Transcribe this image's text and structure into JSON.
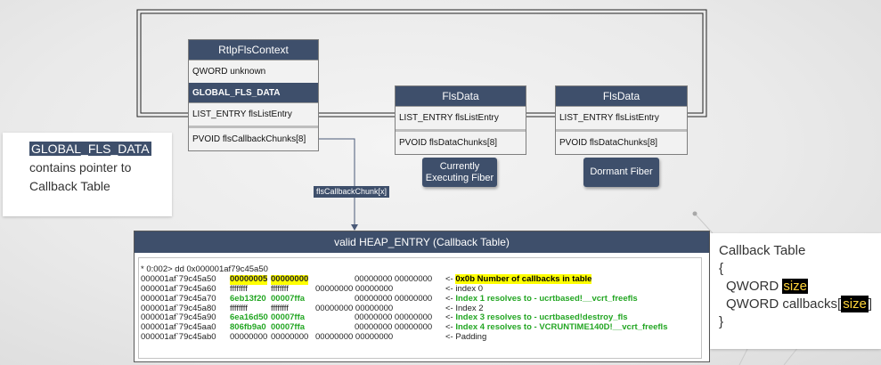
{
  "structs": {
    "rtl_fls_context": {
      "title": "RtlpFlsContext",
      "rows": [
        "QWORD unknown",
        "GLOBAL_FLS_DATA",
        "LIST_ENTRY  flsListEntry",
        "PVOID flsCallbackChunks[8]"
      ]
    },
    "fls_data_current": {
      "title": "FlsData",
      "rows": [
        "LIST_ENTRY  flsListEntry",
        "PVOID  flsDataChunks[8]"
      ]
    },
    "fls_data_dormant": {
      "title": "FlsData",
      "rows": [
        "LIST_ENTRY  flsListEntry",
        "PVOID flsDataChunks[8]"
      ]
    }
  },
  "labels": {
    "current_fiber": "Currently Executing Fiber",
    "dormant_fiber": "Dormant Fiber",
    "edge_label": "flsCallbackChunk[x]"
  },
  "left_note": {
    "highlight": "GLOBAL_FLS_DATA",
    "line2": "contains pointer to",
    "line3": "Callback Table"
  },
  "heap_panel": {
    "title": "valid HEAP_ENTRY (Callback Table)",
    "command": "* 0:002> dd 0x000001af79c45a50",
    "lines": [
      {
        "addr": "000001af`79c45a50",
        "v1": "00000005",
        "v2": "00000000",
        "v3": "00000000  00000000",
        "comment_prefix": "<- ",
        "comment": "0x0b     Number of callbacks in table"
      },
      {
        "addr": "000001af`79c45a60",
        "v1": "ffffffff",
        "v2": "ffffffff",
        "v3": "00000000  00000000",
        "comment_prefix": "<- ",
        "comment": "index 0"
      },
      {
        "addr": "000001af`79c45a70",
        "v1": "6eb13f20",
        "v2": "00007ffa",
        "v3": "00000000  00000000",
        "comment_prefix": "<- ",
        "comment": "Index 1 resolves to - ucrtbased!__vcrt_freefls"
      },
      {
        "addr": "000001af`79c45a80",
        "v1": "ffffffff",
        "v2": "ffffffff",
        "v3": "00000000  00000000",
        "comment_prefix": "<- ",
        "comment": "Index 2"
      },
      {
        "addr": "000001af`79c45a90",
        "v1": "6ea16d50",
        "v2": "00007ffa",
        "v3": "00000000  00000000",
        "comment_prefix": "<- ",
        "comment": "Index 3 resolves to -  ucrtbased!destroy_fls"
      },
      {
        "addr": "000001af`79c45aa0",
        "v1": "806fb9a0",
        "v2": "00007ffa",
        "v3": "00000000  00000000",
        "comment_prefix": "<- ",
        "comment": "Index 4 resolves to -  VCRUNTIME140D!__vcrt_freefls"
      },
      {
        "addr": "000001af`79c45ab0",
        "v1": "00000000",
        "v2": "00000000",
        "v3": "00000000  00000000",
        "comment_prefix": "<- ",
        "comment": "Padding"
      }
    ]
  },
  "callback_table_note": {
    "title": "Callback Table",
    "open_brace": "{",
    "field1_prefix": "QWORD ",
    "field1_highlight": "size",
    "field2_prefix": "QWORD callbacks[",
    "field2_highlight": "size",
    "field2_suffix": "]",
    "close_brace": "}"
  },
  "colors": {
    "header_navy": "#3e4f6b",
    "highlight_yellow": "#ffff00",
    "resolve_green": "#23a623"
  }
}
